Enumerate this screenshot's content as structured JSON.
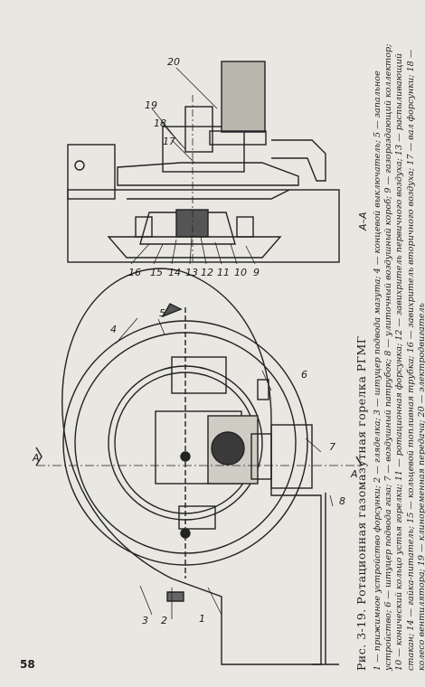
{
  "page": {
    "number": "58"
  },
  "figure": {
    "caption": "Рис. 3-19. Ротационная газомазутная горелка РГМГ",
    "legend": "1 — прижимное устройство форсунки; 2 — гляделка; 3 — штуцер подвода мазута; 4 — концевой выключатель; 5 — запальное устройство; 6 — штуцер подвода газа; 7 — воздушный патрубок; 8 — улиточный воздушный короб; 9 — газораздающий коллектор; 10 — конический кольцо устья горелки; 11 — ротационная форсунка; 12 — завихритель первичного воздуха; 13 — распыливающий стакан; 14 — гайка-питатель; 15 — кольцевой топливная трубка; 16 — завихритель вторичного воздуха; 17 — вал форсунки; 18 — колесо вентилятора; 19 — клиноременная передача; 20 — электродвигатель",
    "section_label": "А–А",
    "callouts_left": [
      "1",
      "2",
      "3",
      "4",
      "5",
      "6",
      "7",
      "8"
    ],
    "callouts_right": [
      "9",
      "10",
      "11",
      "12",
      "13",
      "14",
      "15",
      "16",
      "17",
      "18",
      "19",
      "20"
    ],
    "cut_mark": "А"
  }
}
